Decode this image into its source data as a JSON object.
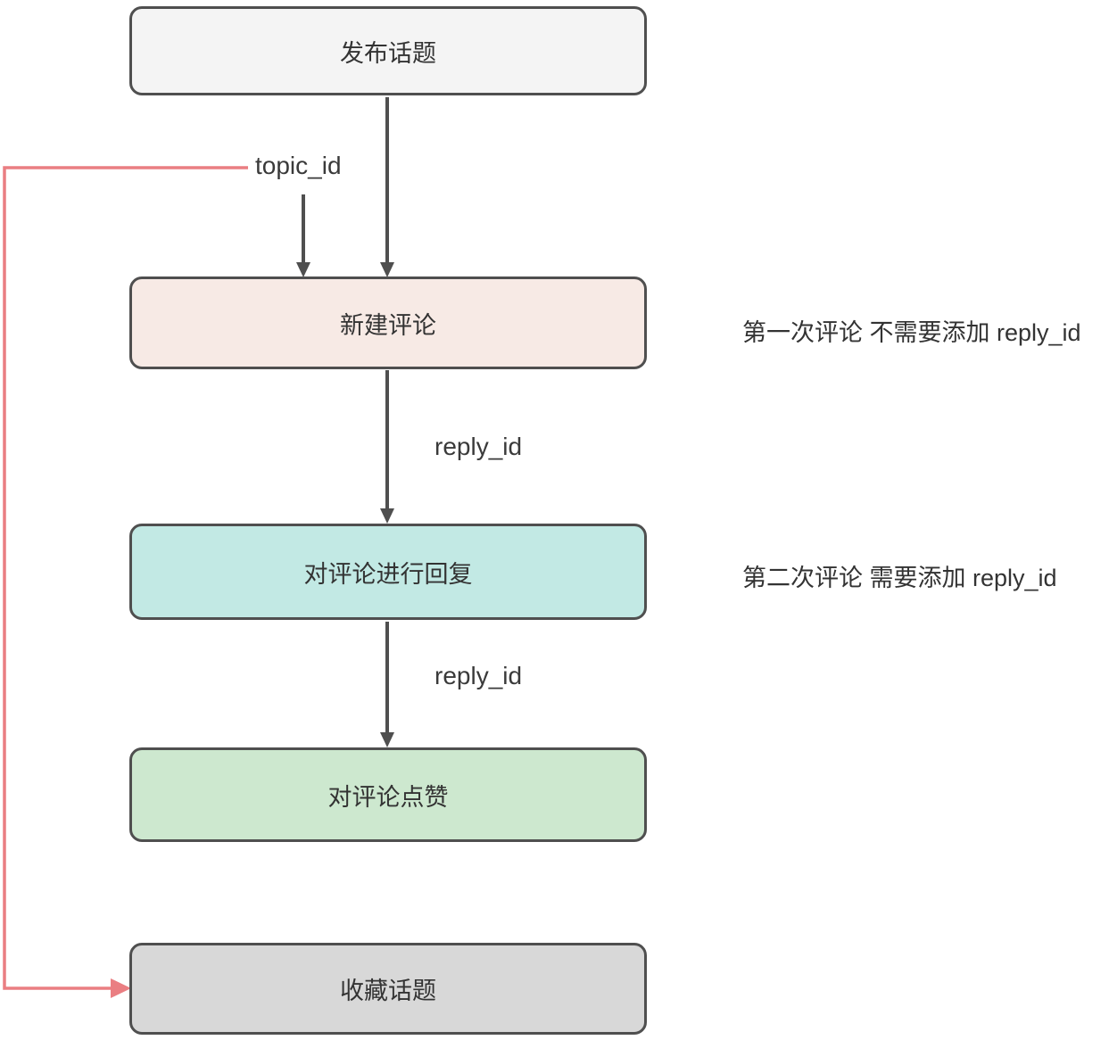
{
  "diagram": {
    "type": "flowchart",
    "colors": {
      "border": "#4f4f4f",
      "arrow": "#4f4f4f",
      "red_line": "#ea7e82",
      "text": "#333333"
    },
    "nodes": [
      {
        "id": "publish-topic",
        "label": "发布话题",
        "fill": "#f4f4f4"
      },
      {
        "id": "new-comment",
        "label": "新建评论",
        "fill": "#f7eae5"
      },
      {
        "id": "reply-to-comment",
        "label": "对评论进行回复",
        "fill": "#c2e9e4"
      },
      {
        "id": "like-comment",
        "label": "对评论点赞",
        "fill": "#cde8cf"
      },
      {
        "id": "favorite-topic",
        "label": "收藏话题",
        "fill": "#d8d8d8"
      }
    ],
    "edge_labels": {
      "topic_id": "topic_id",
      "reply_id_1": "reply_id",
      "reply_id_2": "reply_id"
    },
    "annotations": [
      {
        "text": "第一次评论 不需要添加 reply_id"
      },
      {
        "text": "第二次评论 需要添加 reply_id"
      }
    ]
  }
}
